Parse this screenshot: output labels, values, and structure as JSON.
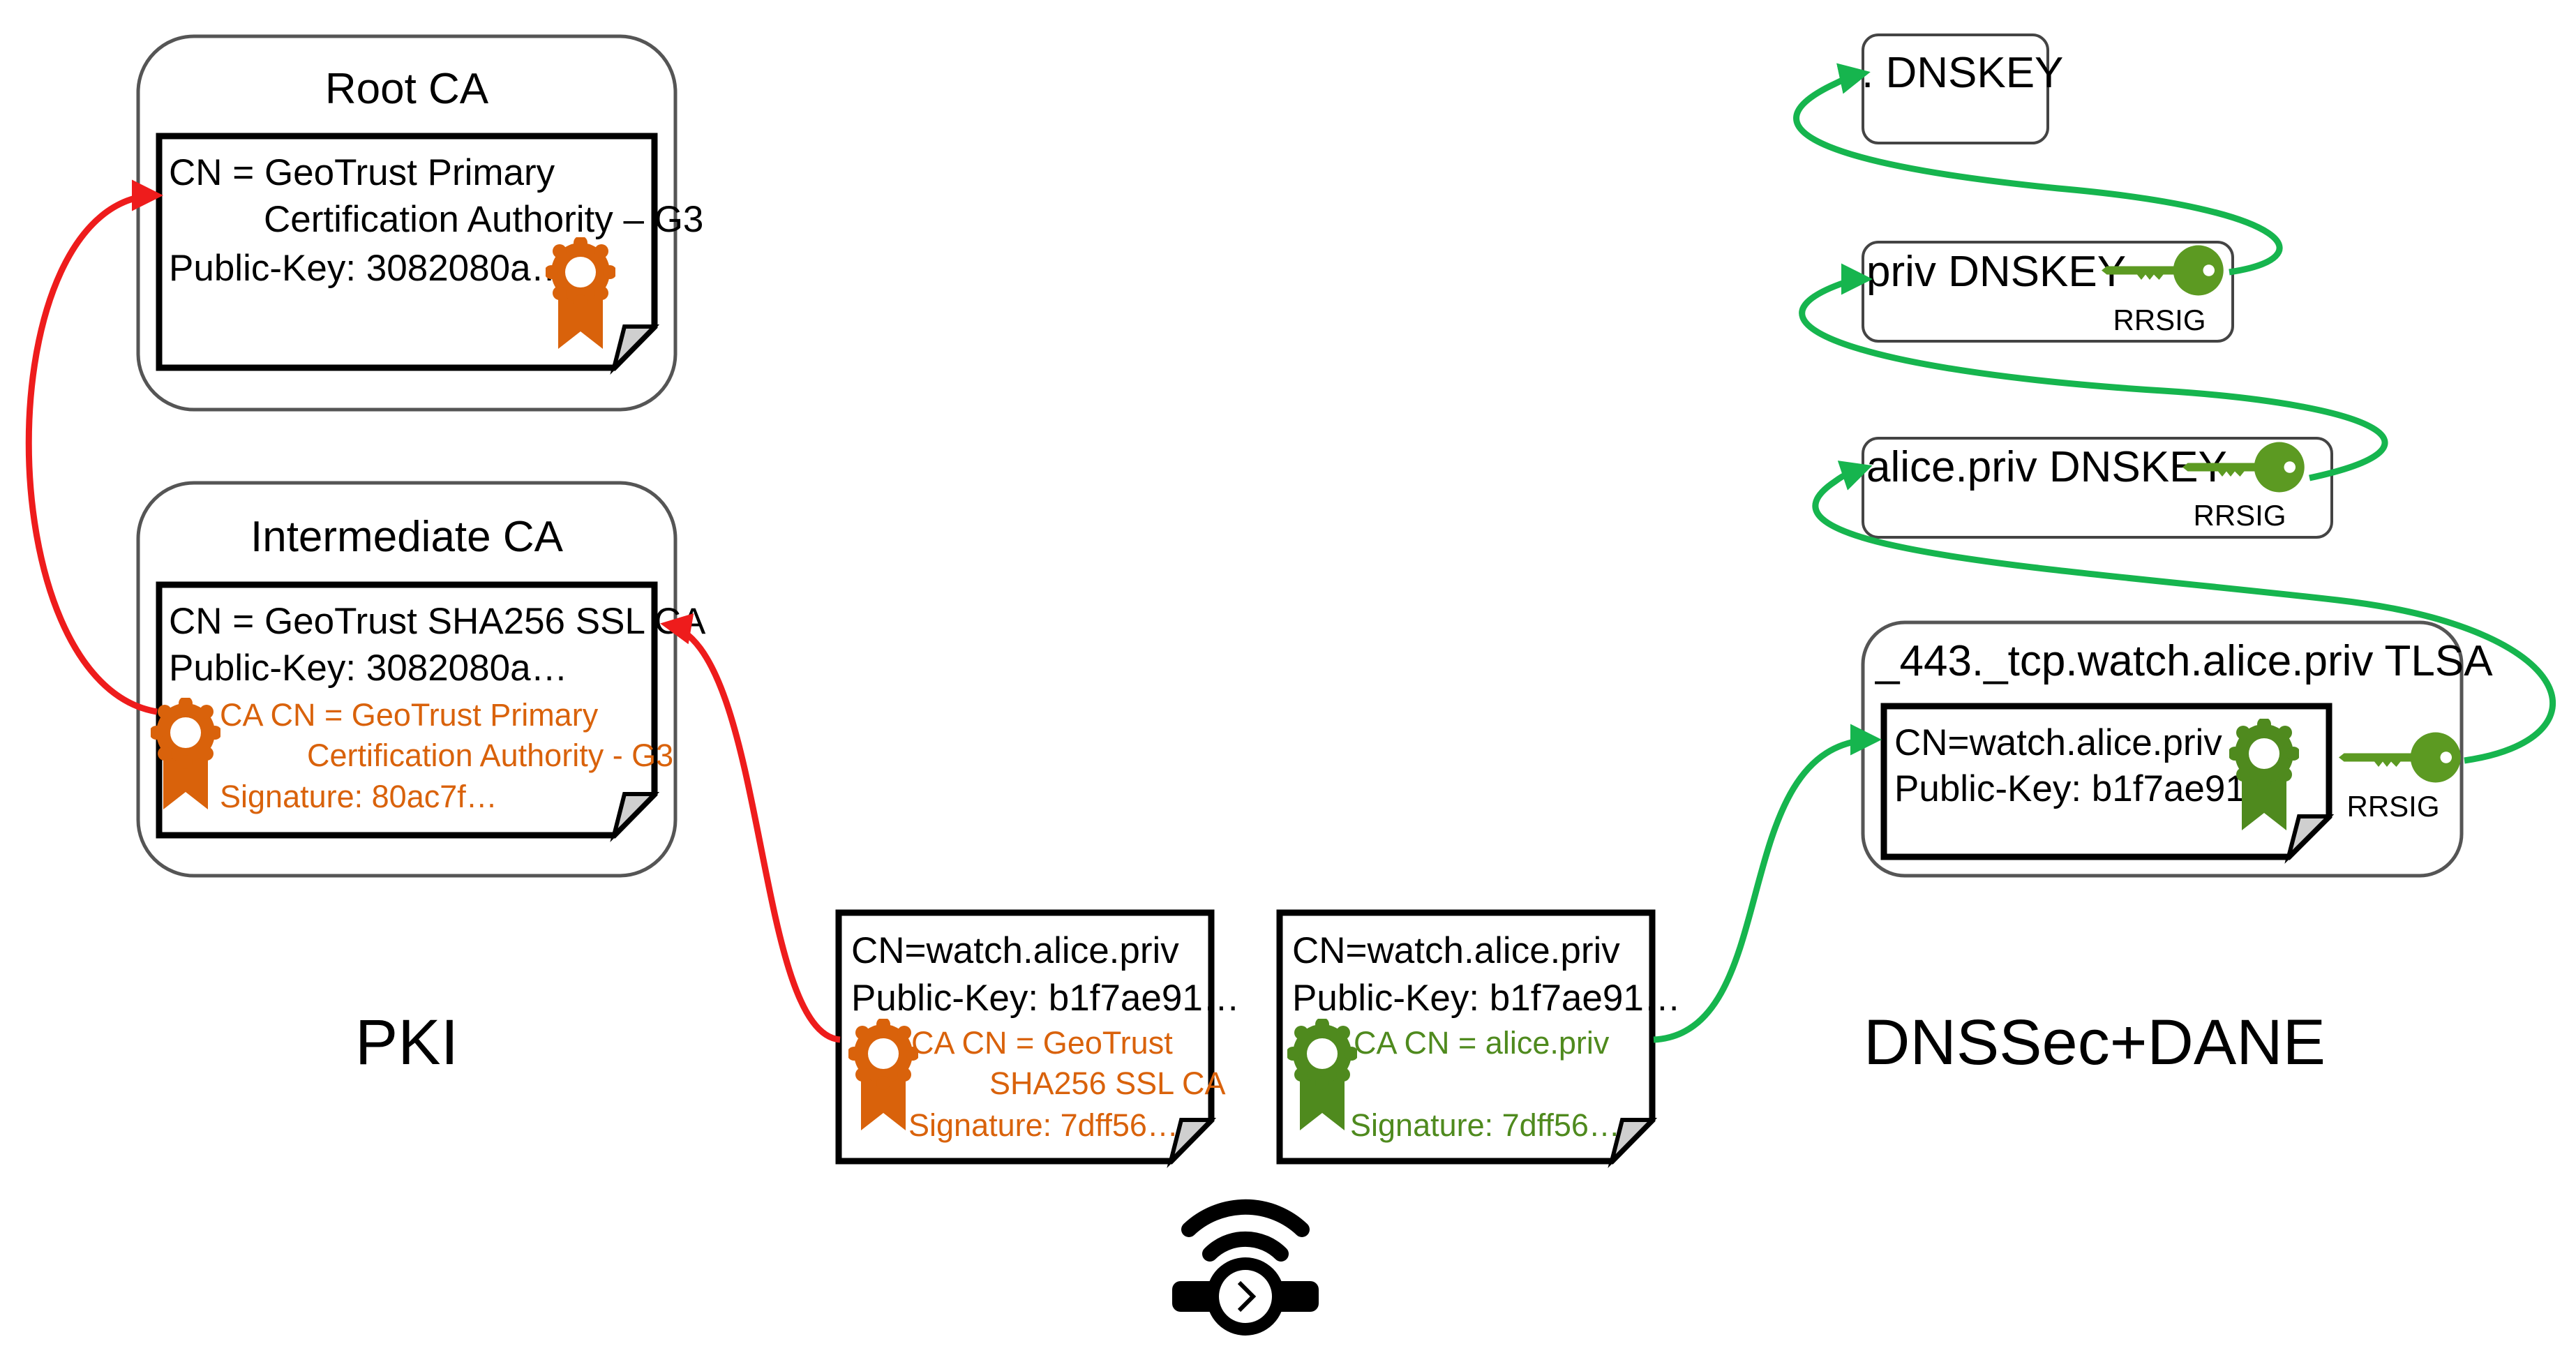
{
  "colors": {
    "pki_arrow": "#ee1c1c",
    "dnssec_arrow": "#16b54e",
    "pki_seal": "#d9620b",
    "dane_seal": "#4f8a1e",
    "key": "#5c9a22"
  },
  "pki": {
    "section_label": "PKI",
    "root_ca": {
      "title": "Root CA",
      "cn_line1": "CN = GeoTrust Primary",
      "cn_line2": "Certification Authority – G3",
      "public_key": "Public-Key: 3082080a…",
      "icon": "award-ribbon-icon"
    },
    "intermediate_ca": {
      "title": "Intermediate CA",
      "cn": "CN = GeoTrust SHA256 SSL CA",
      "public_key": "Public-Key: 3082080a…",
      "ca_cn_line1": "CA CN = GeoTrust Primary",
      "ca_cn_line2": "Certification  Authority - G3",
      "signature": "Signature: 80ac7f…",
      "icon": "award-ribbon-icon"
    },
    "leaf_cert": {
      "cn": "CN=watch.alice.priv",
      "public_key": "Public-Key: b1f7ae91…",
      "ca_cn_line1": "CA CN = GeoTrust",
      "ca_cn_line2": "SHA256 SSL CA",
      "signature": "Signature: 7dff56…",
      "icon": "award-ribbon-icon"
    }
  },
  "dane": {
    "section_label": "DNSSec+DANE",
    "leaf_cert": {
      "cn": "CN=watch.alice.priv",
      "public_key": "Public-Key: b1f7ae91…",
      "ca_cn": "CA CN = alice.priv",
      "signature": "Signature: 7dff56…",
      "icon": "award-ribbon-icon"
    },
    "records": {
      "root_dnskey": ". DNSKEY",
      "priv_dnskey": "priv DNSKEY",
      "alice_priv_dnskey": "alice.priv DNSKEY",
      "tlsa_title": "_443._tcp.watch.alice.priv TLSA",
      "tlsa_cn": "CN=watch.alice.priv",
      "tlsa_public_key": "Public-Key: b1f7ae91…",
      "rrsig": "RRSIG"
    }
  },
  "device": {
    "icon": "smartwatch-wifi-icon"
  }
}
